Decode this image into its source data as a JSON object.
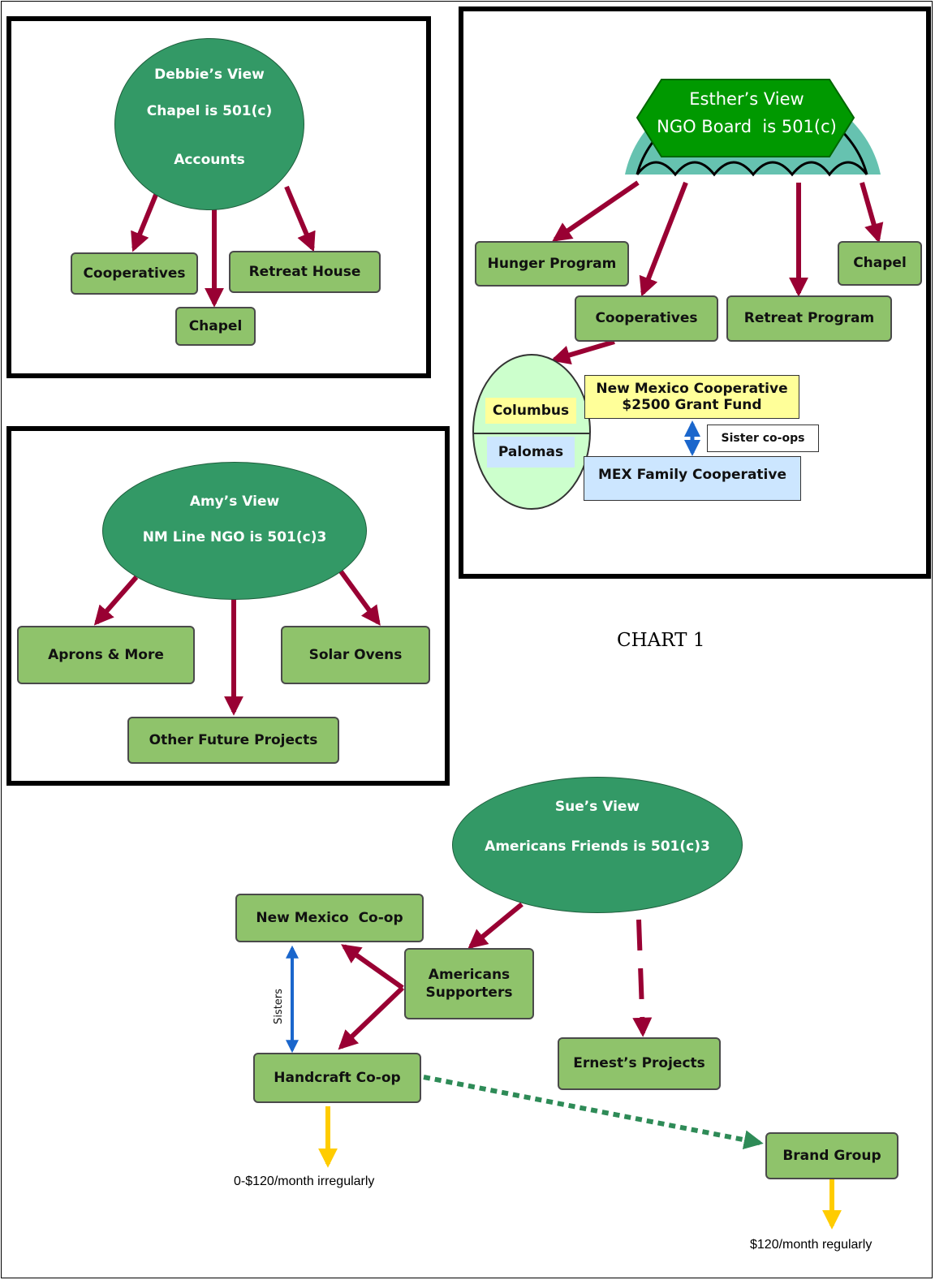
{
  "chart_title": "CHART 1",
  "colors": {
    "ellipse_fill": "#339966",
    "box_fill": "#8fc36b",
    "arrow": "#990033",
    "blue_arrow": "#1a66cc",
    "yellow_arrow": "#ffcc00",
    "dotted_arrow": "#2e8b57",
    "octagon": "#009900",
    "umbrella": "#66c2b0",
    "yellow_box": "#ffff99",
    "light_blue_box": "#cce6ff",
    "oval_fill": "#ccffcc"
  },
  "debbie": {
    "title": "Debbie’s View",
    "subtitle": "Chapel is 501(c)",
    "accounts": "Accounts",
    "items": [
      "Cooperatives",
      "Retreat House",
      "Chapel"
    ]
  },
  "esther": {
    "title": "Esther’s View",
    "subtitle": "NGO Board  is 501(c)",
    "items": [
      "Hunger Program",
      "Chapel",
      "Cooperatives",
      "Retreat Program"
    ],
    "columbus": "Columbus",
    "palomas": "Palomas",
    "nm_coop_line1": "New Mexico Cooperative",
    "nm_coop_line2": "$2500 Grant Fund",
    "sister_coops": "Sister co-ops",
    "mex_coop": "MEX Family Cooperative"
  },
  "amy": {
    "title": "Amy’s View",
    "subtitle": "NM Line NGO is 501(c)3",
    "items": [
      "Aprons & More",
      "Solar Ovens",
      "Other Future Projects"
    ]
  },
  "sue": {
    "title": "Sue’s View",
    "subtitle": "Americans Friends is 501(c)3",
    "nm_coop": "New Mexico  Co-op",
    "supporters_line1": "Americans",
    "supporters_line2": "Supporters",
    "sisters": "Sisters",
    "handcraft": "Handcraft Co-op",
    "ernest": "Ernest’s Projects",
    "brand": "Brand Group",
    "handcraft_income": "0-$120/month irregularly",
    "brand_income": "$120/month regularly"
  }
}
